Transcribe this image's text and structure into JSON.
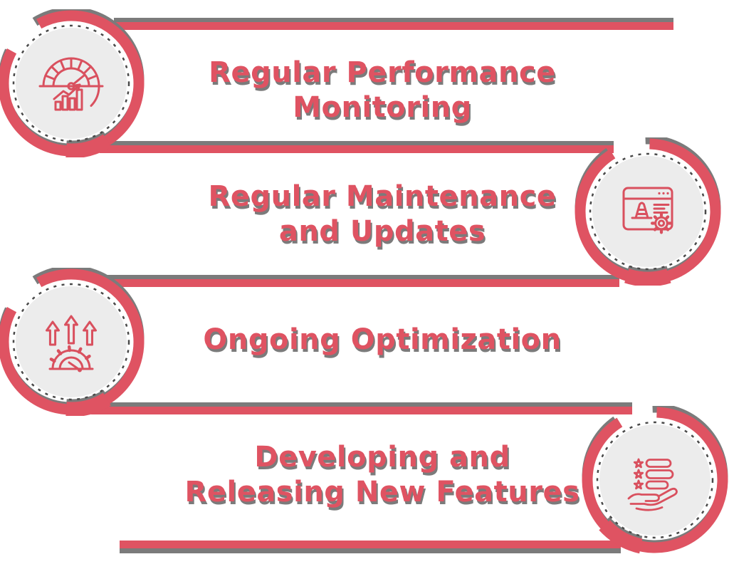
{
  "diagram": {
    "type": "process-cycle-infographic",
    "steps": [
      {
        "name": "regular-performance-monitoring",
        "lines": [
          "Regular Performance",
          "Monitoring"
        ],
        "icon": "performance-gauge-icon",
        "circle_side": "left"
      },
      {
        "name": "regular-maintenance-updates",
        "lines": [
          "Regular Maintenance",
          "and Updates"
        ],
        "icon": "browser-maintenance-icon",
        "circle_side": "right"
      },
      {
        "name": "ongoing-optimization",
        "lines": [
          "Ongoing Optimization"
        ],
        "icon": "optimization-arrows-icon",
        "circle_side": "left"
      },
      {
        "name": "developing-releasing-features",
        "lines": [
          "Developing and",
          "Releasing New Features"
        ],
        "icon": "hand-features-icon",
        "circle_side": "right"
      }
    ],
    "colors": {
      "accent_red": "#DF5362",
      "icon_stroke": "#D9505E",
      "shadow_gray": "#7B7B7B",
      "disc_gray": "#ECECEC",
      "dash_gray": "#4A4A4A"
    }
  }
}
